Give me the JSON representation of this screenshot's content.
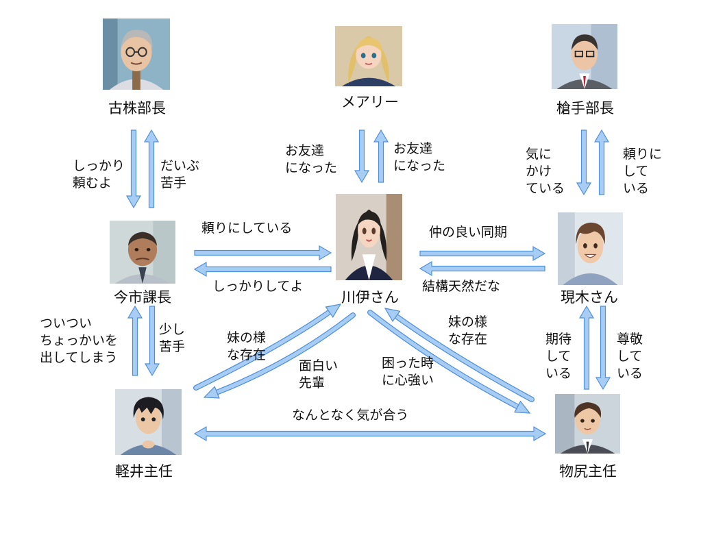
{
  "colors": {
    "arrow_fill": "#a8cdf5",
    "arrow_stroke": "#4e8fd6",
    "text": "#111111"
  },
  "people": {
    "furukabu": {
      "name": "古株部長",
      "icon": "gray-haired-man-glasses-portrait"
    },
    "mary": {
      "name": "メアリー",
      "icon": "blonde-woman-portrait"
    },
    "yarite": {
      "name": "槍手部長",
      "icon": "man-in-suit-glasses-portrait"
    },
    "imaichi": {
      "name": "今市課長",
      "icon": "balding-man-portrait"
    },
    "kawai": {
      "name": "川伊さん",
      "icon": "dark-haired-woman-vest-portrait"
    },
    "utsutsuki": {
      "name": "現木さん",
      "icon": "brown-haired-man-portrait"
    },
    "karui": {
      "name": "軽井主任",
      "icon": "black-haired-man-portrait"
    },
    "monoshiri": {
      "name": "物尻主任",
      "icon": "man-in-suit-tie-portrait"
    }
  },
  "relations": {
    "furukabu_to_imaichi": "しっかり\n頼むよ",
    "imaichi_to_furukabu": "だいぶ\n苦手",
    "mary_to_kawai": "お友達\nになった",
    "kawai_to_mary": "お友達\nになった",
    "yarite_to_utsutsuki": "気に\nかけ\nている",
    "utsutsuki_to_yarite": "頼りに\nして\nいる",
    "imaichi_to_kawai": "頼りにしている",
    "kawai_to_imaichi": "しっかりしてよ",
    "kawai_to_utsutsuki": "仲の良い同期",
    "utsutsuki_to_kawai": "結構天然だな",
    "karui_to_imaichi": "ついつい\nちょっかいを\n出してしまう",
    "imaichi_to_karui": "少し\n苦手",
    "karui_to_kawai": "妹の様\nな存在",
    "kawai_to_karui": "面白い\n先輩",
    "kawai_to_monoshiri": "困った時\nに心強い",
    "monoshiri_to_kawai": "妹の様\nな存在",
    "monoshiri_to_utsutsuki": "期待\nして\nいる",
    "utsutsuki_to_monoshiri": "尊敬\nして\nいる",
    "karui_monoshiri": "なんとなく気が合う"
  }
}
